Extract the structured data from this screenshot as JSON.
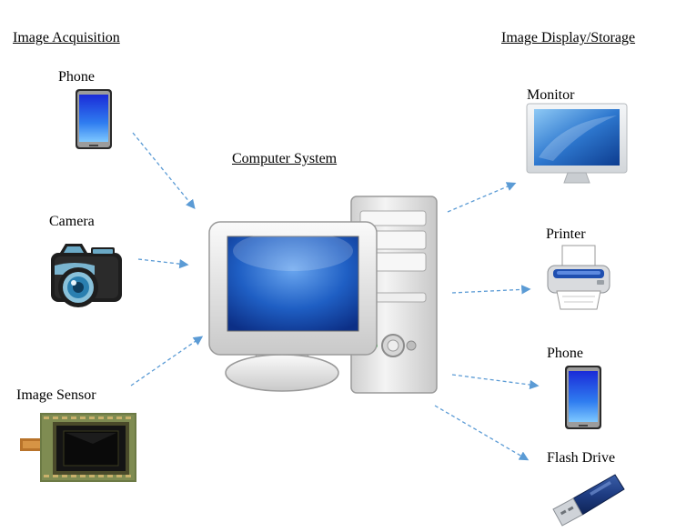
{
  "headings": {
    "acquisition": "Image Acquisition",
    "system": "Computer System",
    "display": "Image Display/Storage"
  },
  "inputs": [
    {
      "label": "Phone",
      "icon": "phone-icon"
    },
    {
      "label": "Camera",
      "icon": "camera-icon"
    },
    {
      "label": "Image Sensor",
      "icon": "image-sensor-icon"
    }
  ],
  "outputs": [
    {
      "label": "Monitor",
      "icon": "monitor-icon"
    },
    {
      "label": "Printer",
      "icon": "printer-icon"
    },
    {
      "label": "Phone",
      "icon": "phone-icon"
    },
    {
      "label": "Flash Drive",
      "icon": "flash-drive-icon"
    }
  ],
  "colors": {
    "arrow": "#5b9bd5",
    "screen_blue": "#1f5fc4",
    "case_gray": "#e8e8e8"
  }
}
